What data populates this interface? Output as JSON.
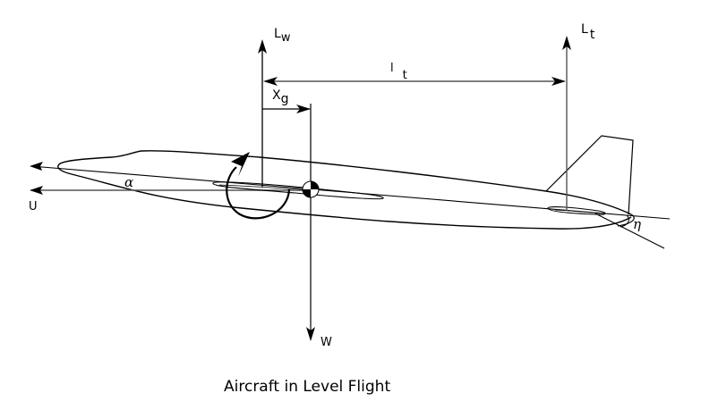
{
  "diagram": {
    "caption": "Aircraft in Level Flight",
    "labels": {
      "wing_lift": {
        "main": "L",
        "sub": "w"
      },
      "tail_lift": {
        "main": "L",
        "sub": "t"
      },
      "tail_arm": {
        "main": "l",
        "sub": "t"
      },
      "cg_offset": {
        "main": "X",
        "sub": "g"
      },
      "weight": "W",
      "velocity": "U",
      "angle_of_attack": "α",
      "elevator_angle": "η"
    },
    "colors": {
      "line": "#000000",
      "force_line": "#000000",
      "horizontal_ref": "#555555",
      "background": "#ffffff"
    }
  }
}
